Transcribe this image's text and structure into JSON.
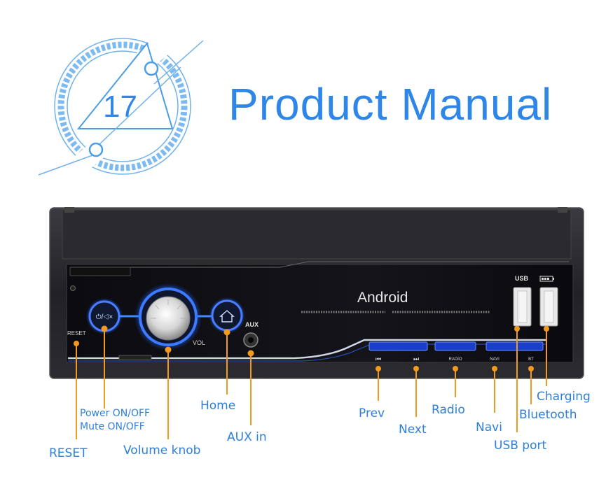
{
  "header": {
    "badge_number": "17",
    "title": "Product Manual"
  },
  "device": {
    "brand_text": "Android",
    "vol_label": "VOL",
    "aux_label": "AUX",
    "reset_label": "RESET",
    "usb_label": "USB",
    "button_labels": {
      "prev": "⏮",
      "next": "⏭",
      "radio": "RADIO",
      "navi": "NAVI",
      "bt": "BT"
    }
  },
  "callouts": {
    "power": "Power ON/OFF",
    "mute": "Mute ON/OFF",
    "reset": "RESET",
    "volume": "Volume knob",
    "home": "Home",
    "aux": "AUX  in",
    "prev": "Prev",
    "next": "Next",
    "radio": "Radio",
    "navi": "Navi",
    "usb": "USB port",
    "bluetooth": "Bluetooth",
    "charging": "Charging"
  },
  "colors": {
    "accent_blue": "#2e86e8",
    "callout_orange": "#f29a1f",
    "device_body": "#1c1c20"
  }
}
